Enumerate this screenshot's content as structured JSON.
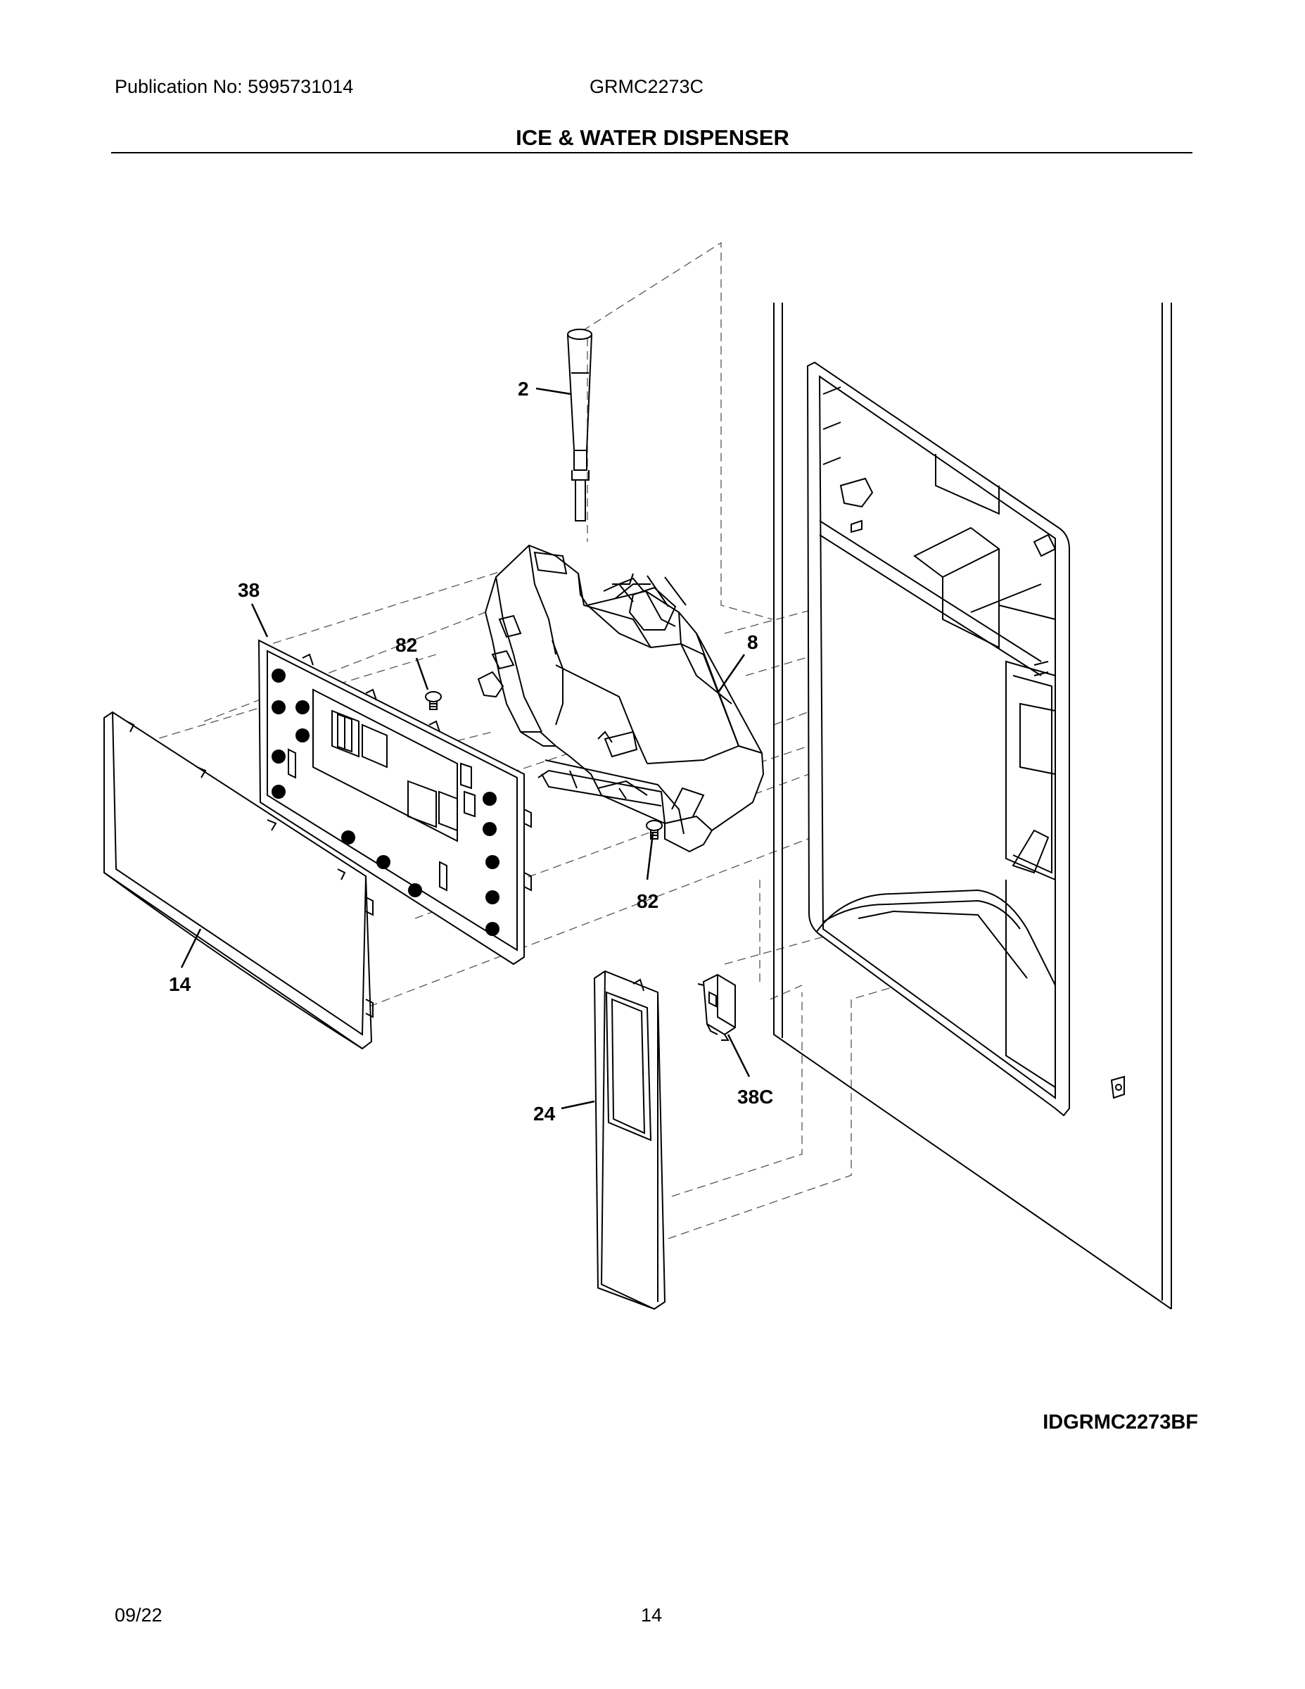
{
  "header": {
    "publication": "Publication No: 5995731014",
    "model": "GRMC2273C",
    "title": "ICE & WATER DISPENSER"
  },
  "callouts": {
    "c2": "2",
    "c38": "38",
    "c82a": "82",
    "c8": "8",
    "c82b": "82",
    "c14": "14",
    "c24": "24",
    "c38c": "38C"
  },
  "footer": {
    "image_id": "IDGRMC2273BF",
    "date": "09/22",
    "page": "14"
  }
}
